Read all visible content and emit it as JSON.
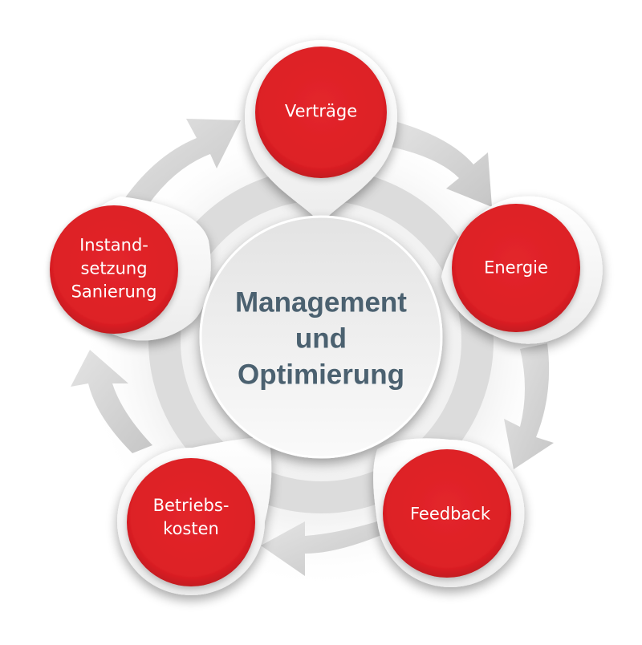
{
  "diagram": {
    "type": "cycle",
    "center": {
      "lines": [
        "Management",
        "und",
        "Optimierung"
      ]
    },
    "nodes": [
      {
        "id": "vertraege",
        "lines": [
          "Verträge"
        ]
      },
      {
        "id": "energie",
        "lines": [
          "Energie"
        ]
      },
      {
        "id": "feedback",
        "lines": [
          "Feedback"
        ]
      },
      {
        "id": "betriebskosten",
        "lines": [
          "Betriebs-",
          "kosten"
        ]
      },
      {
        "id": "instandsetzung",
        "lines": [
          "Instand-",
          "setzung",
          "Sanierung"
        ]
      }
    ],
    "arrows": [
      {
        "from": "vertraege",
        "to": "energie"
      },
      {
        "from": "energie",
        "to": "feedback"
      },
      {
        "from": "feedback",
        "to": "betriebskosten"
      },
      {
        "from": "betriebskosten",
        "to": "instandsetzung"
      },
      {
        "from": "instandsetzung",
        "to": "vertraege"
      }
    ],
    "direction": "clockwise"
  },
  "colors": {
    "node_red": "#e02227",
    "center_text": "#4b6170",
    "arrow_gray": "#d2d2d2",
    "ring_white": "#f7f7f7"
  }
}
